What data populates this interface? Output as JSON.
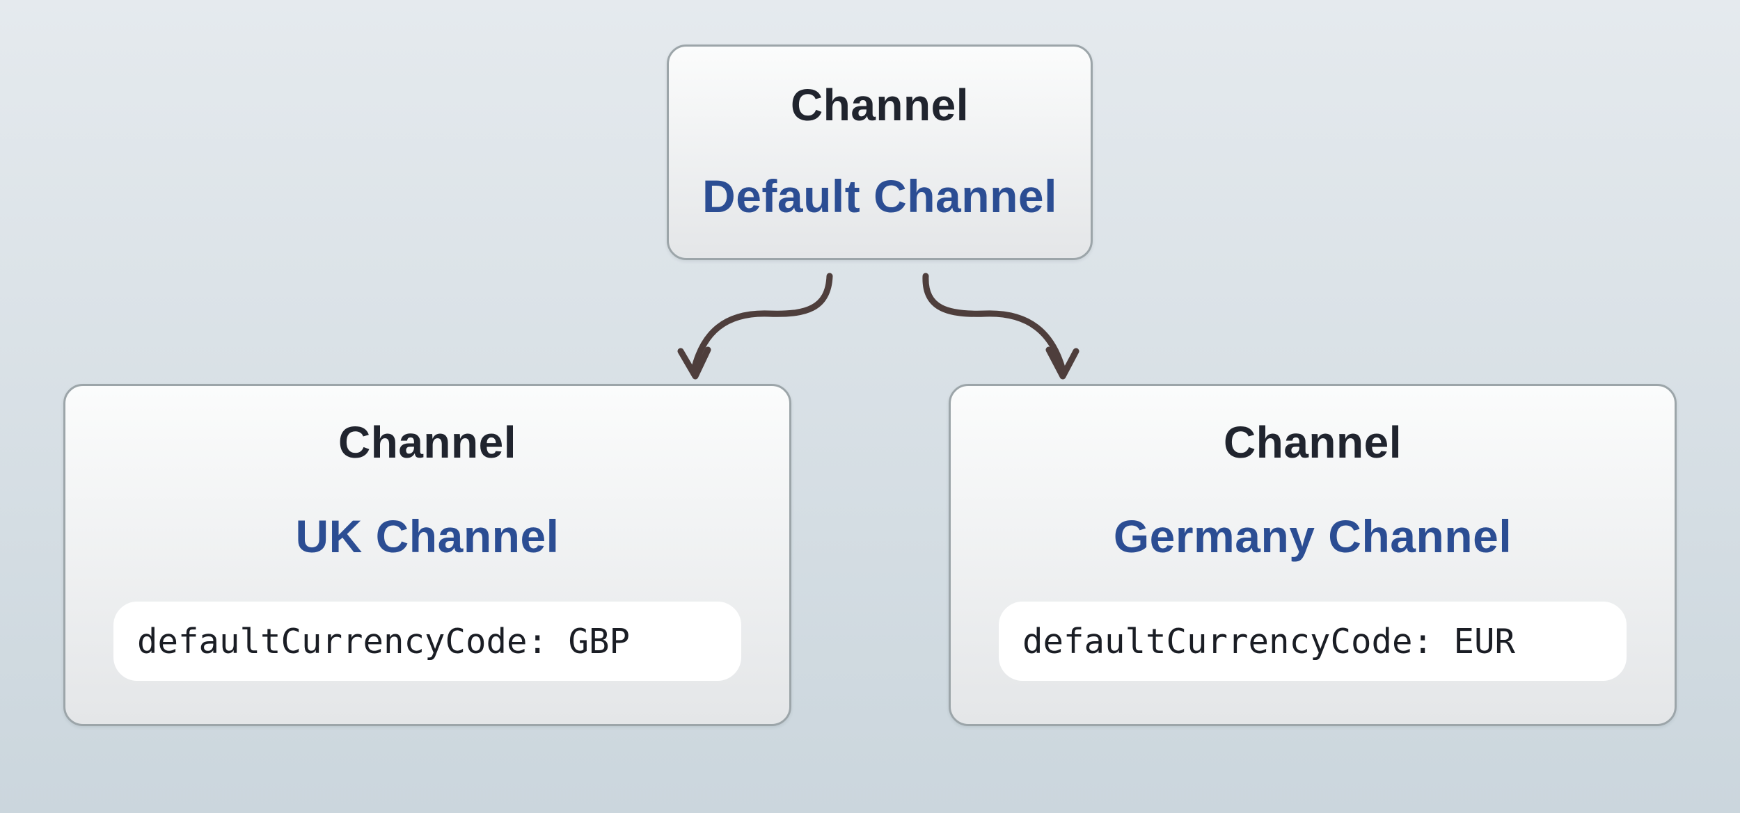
{
  "diagram": {
    "title_hint": "Channel hierarchy diagram",
    "nodes": {
      "default": {
        "type_label": "Channel",
        "name": "Default Channel"
      },
      "uk": {
        "type_label": "Channel",
        "name": "UK Channel",
        "attribute": "defaultCurrencyCode: GBP"
      },
      "germany": {
        "type_label": "Channel",
        "name": "Germany Channel",
        "attribute": "defaultCurrencyCode: EUR"
      }
    },
    "edges": [
      {
        "from": "Default Channel",
        "to": "UK Channel"
      },
      {
        "from": "Default Channel",
        "to": "Germany Channel"
      }
    ],
    "colors": {
      "background-top": "#e5eaee",
      "background-bottom": "#cbd6dd",
      "node-fill-top": "#fbfcfc",
      "node-fill-bottom": "#e4e6e8",
      "node-border": "#9ca5a9",
      "type-text": "#20242e",
      "name-text": "#2b4d93",
      "attr-text": "#1a1d24",
      "attr-bg": "#ffffff",
      "arrow": "#4e3e3c"
    }
  }
}
